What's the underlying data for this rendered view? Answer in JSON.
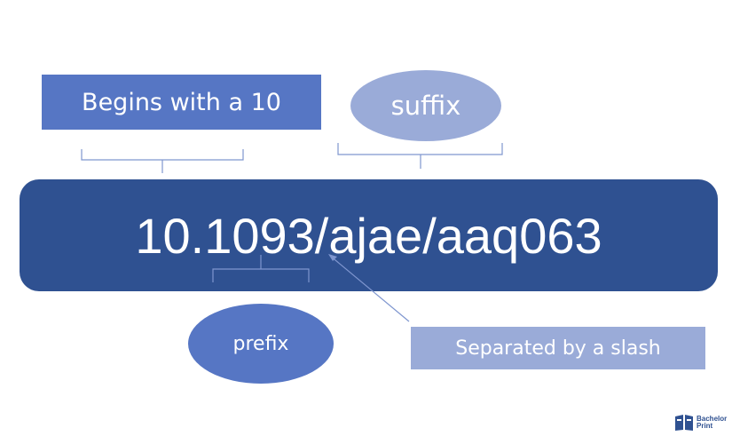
{
  "labels": {
    "begins": "Begins with a 10",
    "suffix": "suffix",
    "doi": "10.1093/ajae/aaq063",
    "prefix": "prefix",
    "slash": "Separated by a slash"
  },
  "logo": {
    "icon": "book-logo-icon",
    "text": "Bachelor\nPrint"
  },
  "colors": {
    "dark_blue": "#2f5191",
    "mid_blue": "#5676c4",
    "light_blue": "#9aabd8",
    "line": "#7f96cf"
  }
}
